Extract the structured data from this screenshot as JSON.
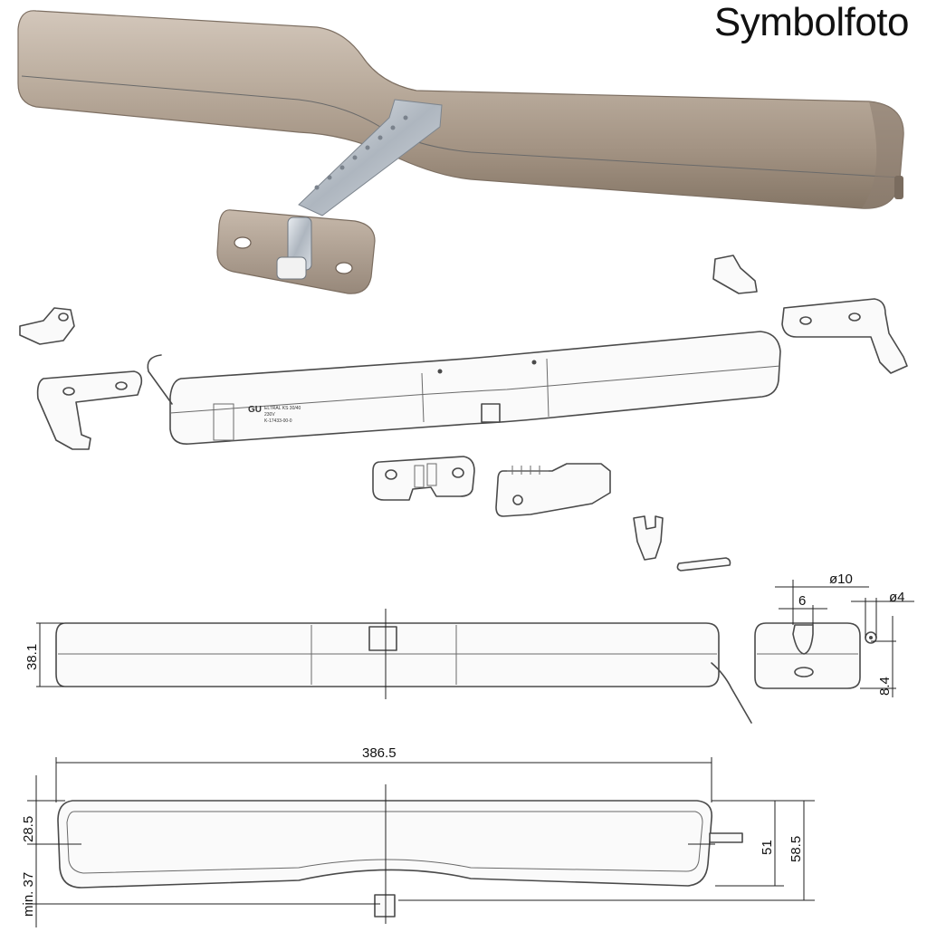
{
  "header": {
    "title": "Symbolfoto"
  },
  "device_label": {
    "logo": "GU",
    "product": "ELTRAL KS 30/40",
    "voltage": "230V",
    "code": "K-17433-00-0"
  },
  "dimensions": {
    "height_side": "38.1",
    "diameter_large": "ø10",
    "slot_width": "6",
    "diameter_small": "ø4",
    "offset_height": "8.4",
    "length": "386.5",
    "min_clearance": "min. 37",
    "bracket_depth": "28.5",
    "depth_inner": "51",
    "depth_outer": "58.5"
  },
  "colors": {
    "housing": "#b7a899",
    "housing_dark": "#8f8073",
    "chain": "#c9ced4"
  }
}
